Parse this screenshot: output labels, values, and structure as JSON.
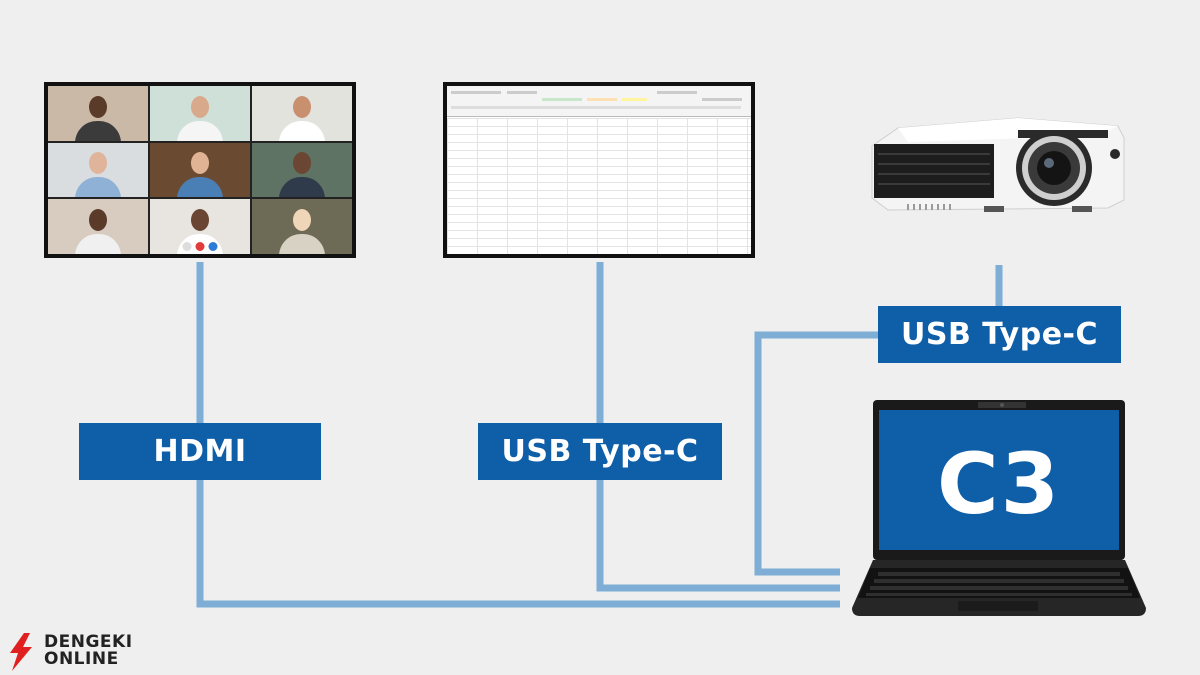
{
  "connections": {
    "hdmi": "HDMI",
    "usbc_monitor": "USB Type-C",
    "usbc_projector": "USB Type-C"
  },
  "laptop": {
    "screen_text": "C3"
  },
  "branding": {
    "line1": "DENGEKI",
    "line2": "ONLINE"
  },
  "colors": {
    "label_bg": "#0f5ea8",
    "cable": "#7eaed6",
    "background": "#efefef"
  },
  "icons": [
    "video-call-grid",
    "spreadsheet",
    "projector-icon",
    "laptop-icon",
    "lightning-bolt-icon"
  ]
}
